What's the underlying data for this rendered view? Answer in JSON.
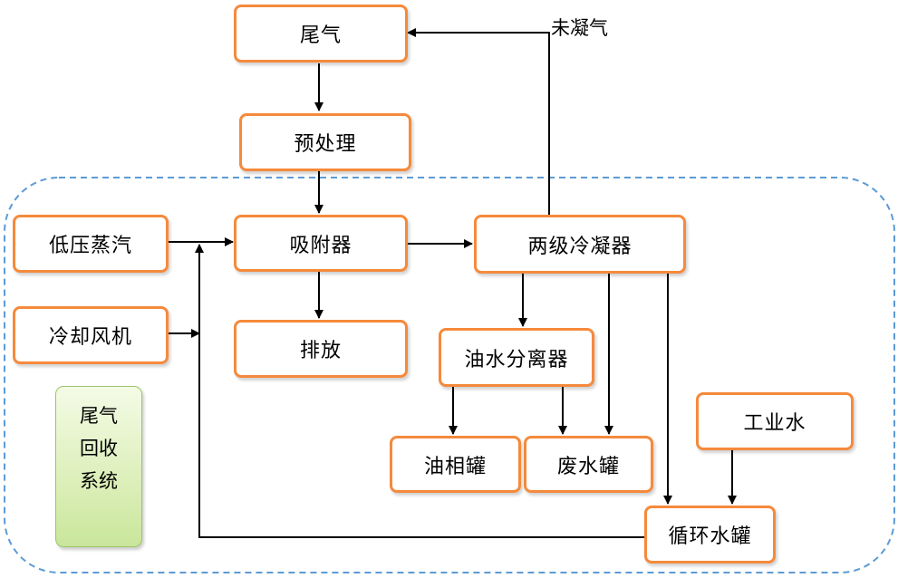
{
  "nodes": {
    "tail_gas": "尾气",
    "pretreatment": "预处理",
    "low_pressure_steam": "低压蒸汽",
    "adsorber": "吸附器",
    "two_stage_condenser": "两级冷凝器",
    "cooling_fan": "冷却风机",
    "discharge": "排放",
    "oil_water_separator": "油水分离器",
    "oil_tank": "油相罐",
    "waste_water_tank": "废水罐",
    "industrial_water": "工业水",
    "circulating_water_tank": "循环水罐"
  },
  "edge_labels": {
    "uncondensed_gas": "未凝气"
  },
  "system_label": {
    "lines": [
      "尾气",
      "回收",
      "系统"
    ]
  },
  "colors": {
    "node_border": "#f58a3c",
    "region_border": "#5b9bd5",
    "legend_fill": "#d6edb0",
    "arrow": "#000000"
  }
}
